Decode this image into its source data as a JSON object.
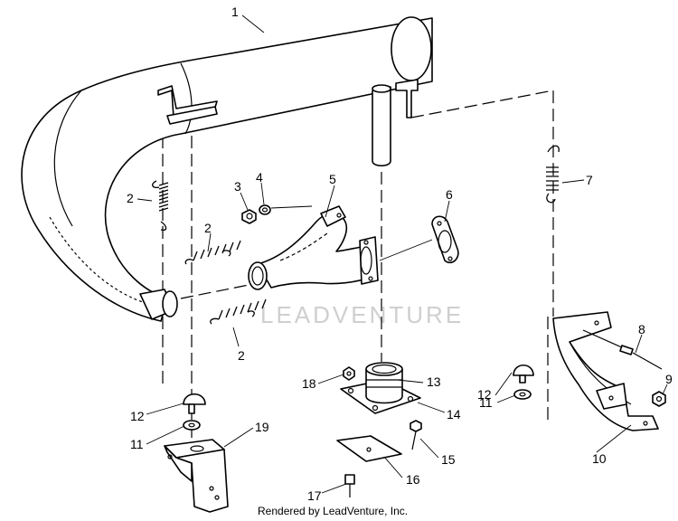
{
  "callouts": {
    "c1": "1",
    "c2a": "2",
    "c2b": "2",
    "c2c": "2",
    "c3": "3",
    "c4": "4",
    "c5": "5",
    "c6": "6",
    "c7": "7",
    "c8": "8",
    "c9": "9",
    "c10": "10",
    "c11a": "11",
    "c11b": "11",
    "c12a": "12",
    "c12b": "12",
    "c13": "13",
    "c14": "14",
    "c15": "15",
    "c16": "16",
    "c17": "17",
    "c18": "18",
    "c19": "19"
  },
  "watermark": "LEADVENTURE",
  "credit": "Rendered by LeadVenture, Inc."
}
